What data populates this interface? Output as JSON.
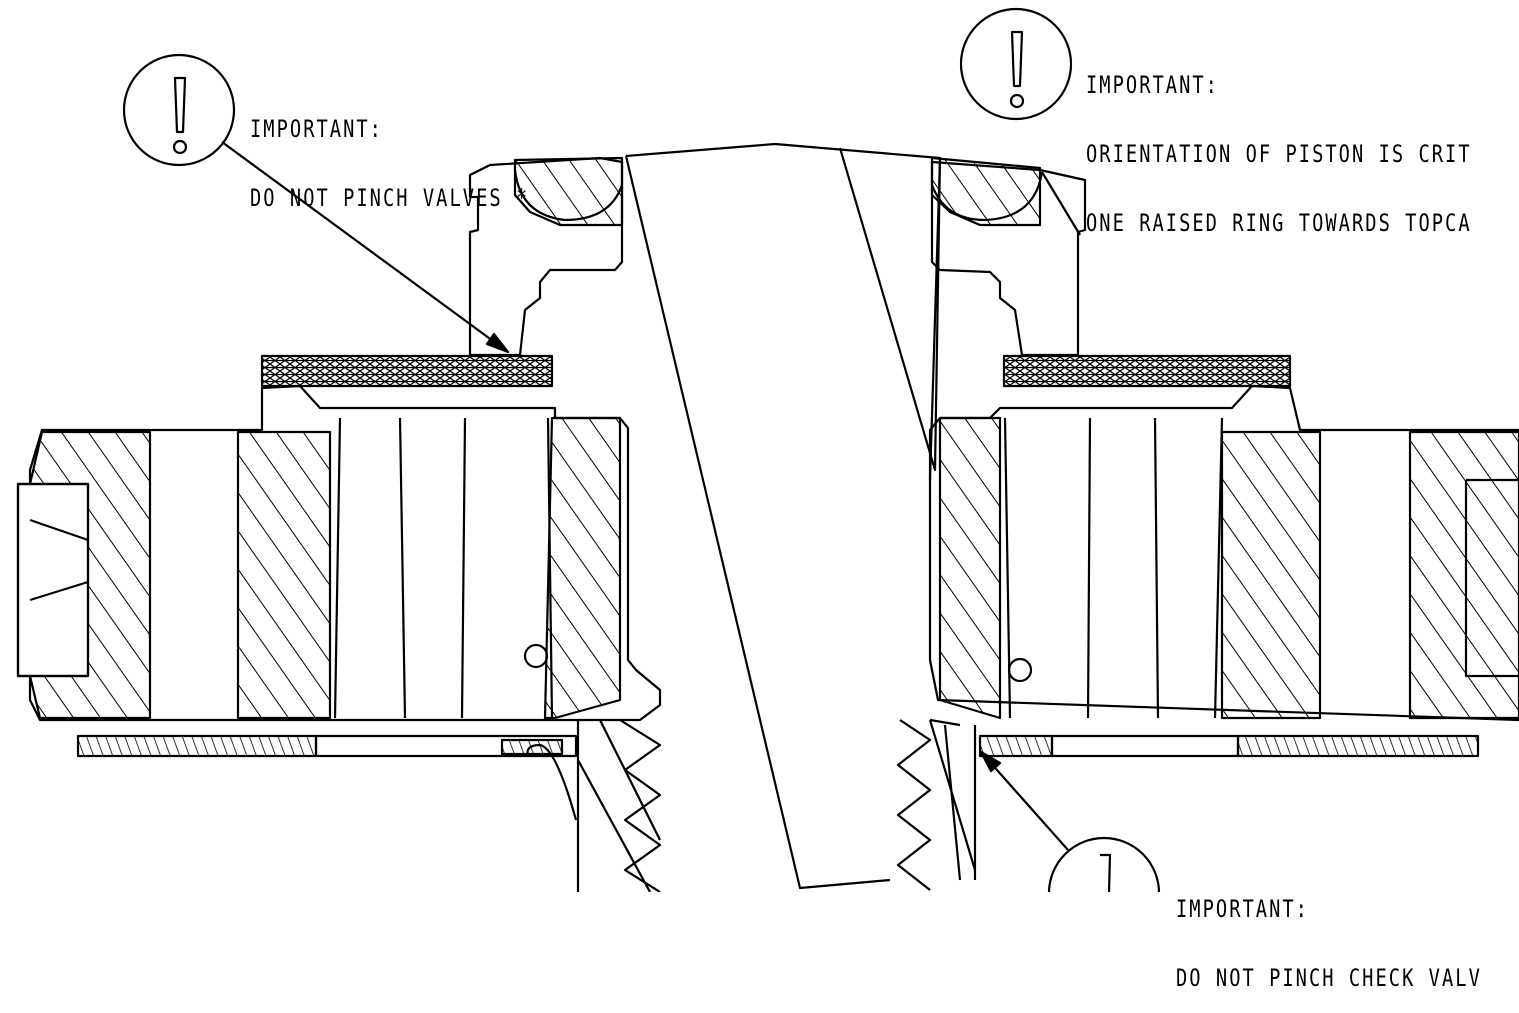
{
  "notes": [
    {
      "title": "IMPORTANT:",
      "line1": "DO NOT PINCH VALVES *"
    },
    {
      "title": "IMPORTANT:",
      "line1": "ORIENTATION OF PISTON IS CRIT",
      "line2": "ONE RAISED RING TOWARDS TOPCA"
    },
    {
      "title": "IMPORTANT:",
      "line1": "DO NOT PINCH CHECK VALV"
    }
  ],
  "icons": [
    "warning-icon",
    "warning-icon",
    "warning-icon"
  ],
  "colors": {
    "line": "#000000",
    "background": "#ffffff"
  }
}
